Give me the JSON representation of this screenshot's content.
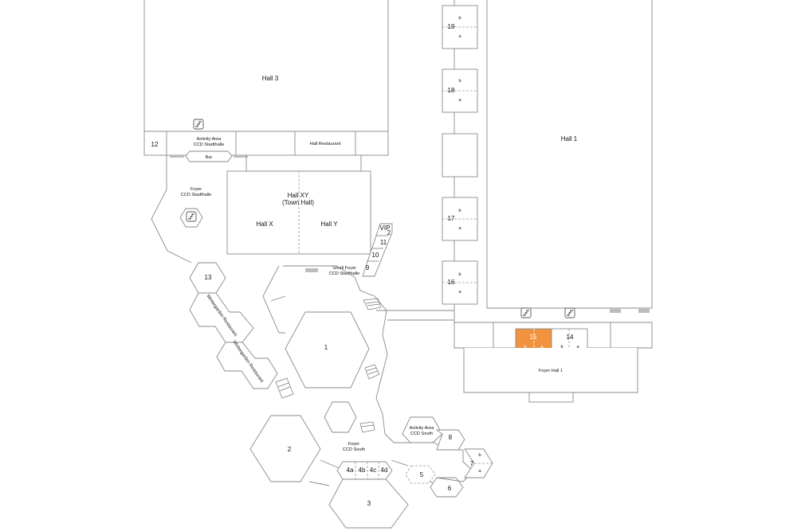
{
  "colors": {
    "highlight": "#f0923e",
    "lines": "#8a8a8a"
  },
  "halls": {
    "hall3": "Hall 3",
    "hall1": "Hall 1",
    "hallxy_line1": "Hall XY",
    "hallxy_line2": "(Town Hall)",
    "hallx": "Hall X",
    "hally": "Hall Y"
  },
  "areas": {
    "activity_stadthalle_1": "Activity Area",
    "activity_stadthalle_2": "CCD Stadthalle",
    "hall_restaurant": "Hall Restaurant",
    "bar": "Bar",
    "foyer_stadthalle_1": "Foyer",
    "foyer_stadthalle_2": "CCD Stadthalle",
    "small_foyer_1": "Small Foyer",
    "small_foyer_2": "CCD Stadthalle",
    "wintergarden_1": "Wintergarden Restaurant",
    "wintergarden_2": "Wintergarden Restaurant",
    "foyer_south_1": "Foyer",
    "foyer_south_2": "CCD South",
    "activity_south_1": "Activity Area",
    "activity_south_2": "CCD South",
    "foyer_hall1": "Foyer Hall 1",
    "vip": "VIP"
  },
  "rooms": {
    "r1": "1",
    "r2": "2",
    "r2b": "2",
    "r3": "3",
    "r4a": "4a",
    "r4b": "4b",
    "r4c": "4c",
    "r4d": "4d",
    "r5": "5",
    "r6": "6",
    "r7": "7",
    "r8": "8",
    "r9": "9",
    "r10": "10",
    "r11": "11",
    "r12": "12",
    "r13": "13",
    "r14": "14",
    "r15": "15",
    "r16": "16",
    "r17": "17",
    "r18": "18",
    "r19": "19"
  },
  "subs": {
    "a": "a",
    "b": "b"
  },
  "icons": [
    "stairs-icon",
    "escalator-icon"
  ]
}
